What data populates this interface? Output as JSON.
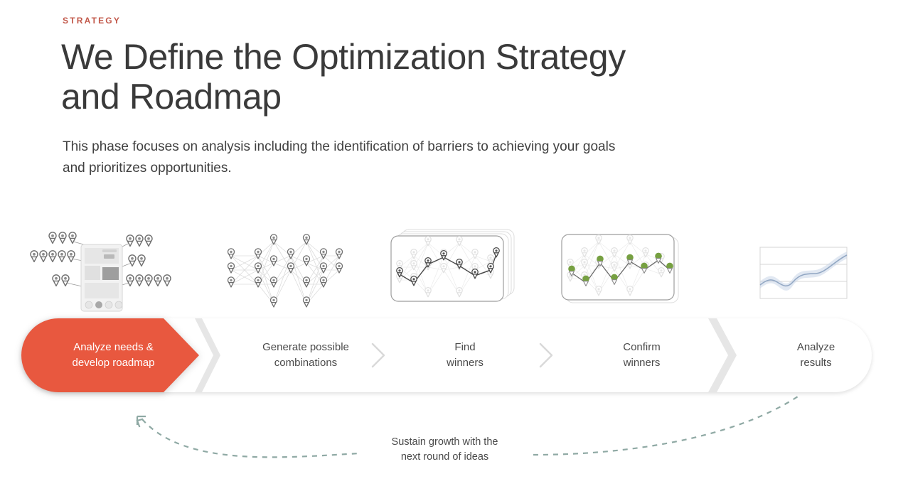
{
  "header": {
    "eyebrow": "STRATEGY",
    "title_line1": "We Define the Optimization Strategy",
    "title_line2": "and Roadmap",
    "subhead_line1": "This phase focuses on analysis including the identification of barriers to",
    "subhead_line2": "achieving your goals and prioritizes opportunities."
  },
  "colors": {
    "accent_red": "#e8583f",
    "eyebrow_red": "#c2584a",
    "text_dark": "#3a3a3a",
    "text_body": "#4a4a4a",
    "chevron_gray": "#d8d8d8",
    "pin_gray": "#6e6e6e",
    "pin_green": "#76a041",
    "loop_teal": "#8fa9a4",
    "chart_blue": "#8fa6c4",
    "card_gray": "#cfcfcf"
  },
  "flow": {
    "steps": [
      {
        "id": "analyze-needs",
        "label_line1": "Analyze needs &",
        "label_line2": "develop roadmap",
        "active": true
      },
      {
        "id": "generate-combinations",
        "label_line1": "Generate possible",
        "label_line2": "combinations",
        "active": false
      },
      {
        "id": "find-winners",
        "label_line1": "Find",
        "label_line2": "winners",
        "active": false
      },
      {
        "id": "confirm-winners",
        "label_line1": "Confirm",
        "label_line2": "winners",
        "active": false
      },
      {
        "id": "analyze-results",
        "label_line1": "Analyze",
        "label_line2": "results",
        "active": false
      }
    ]
  },
  "loop": {
    "caption_line1": "Sustain growth with the",
    "caption_line2": "next round of ideas"
  },
  "illustrations": [
    {
      "id": "page-mockup-with-pins",
      "name": "Page mockup annotated with location pins"
    },
    {
      "id": "pin-network",
      "name": "Network of pins showing possible combinations"
    },
    {
      "id": "stacked-cards-path",
      "name": "Stacked cards with highlighted path through network"
    },
    {
      "id": "card-green-winners",
      "name": "Card with green confirmed winner pins"
    },
    {
      "id": "trend-chart",
      "name": "Line chart with confidence band trending upward"
    }
  ],
  "chart_data": {
    "type": "line",
    "title": "",
    "xlabel": "",
    "ylabel": "",
    "x": [
      0,
      1,
      2,
      3,
      4,
      5,
      6,
      7,
      8,
      9,
      10
    ],
    "values": [
      40,
      47,
      38,
      49,
      50,
      50,
      52,
      60,
      72,
      80,
      84
    ],
    "band_upper": [
      50,
      57,
      50,
      58,
      57,
      57,
      60,
      68,
      80,
      87,
      90
    ],
    "band_lower": [
      30,
      37,
      26,
      40,
      43,
      43,
      44,
      52,
      64,
      73,
      78
    ],
    "ylim": [
      0,
      100
    ],
    "gridlines": [
      33,
      66
    ],
    "grid": true,
    "legend": "none"
  }
}
